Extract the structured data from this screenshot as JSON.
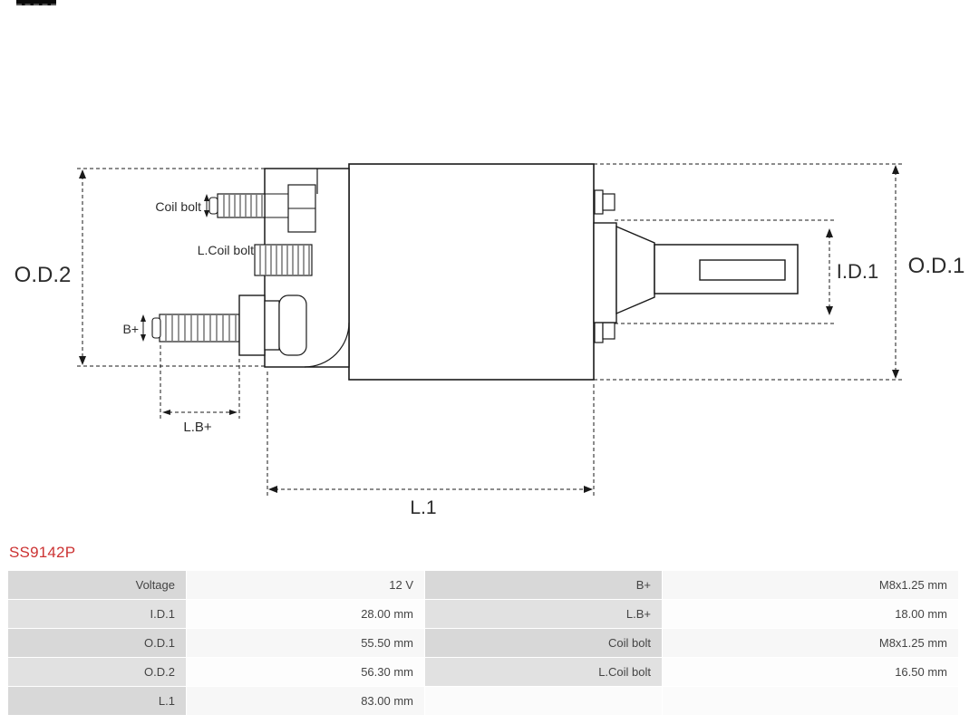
{
  "part_number": "SS9142P",
  "colors": {
    "part_number": "#cc3333",
    "table_label_bg": "#d8d8d8",
    "table_value_bg": "#f7f7f7",
    "line": "#1a1a1a"
  },
  "diagram": {
    "labels": {
      "od2": "O.D.2",
      "od1": "O.D.1",
      "id1": "I.D.1",
      "coil_bolt": "Coil bolt",
      "l_coil_bolt": "L.Coil bolt",
      "b_plus": "B+",
      "l_b_plus": "L.B+",
      "l1": "L.1"
    }
  },
  "spec_table": {
    "rows": [
      {
        "label_left": "Voltage",
        "value_left": "12 V",
        "label_right": "B+",
        "value_right": "M8x1.25 mm"
      },
      {
        "label_left": "I.D.1",
        "value_left": "28.00 mm",
        "label_right": "L.B+",
        "value_right": "18.00 mm"
      },
      {
        "label_left": "O.D.1",
        "value_left": "55.50 mm",
        "label_right": "Coil bolt",
        "value_right": "M8x1.25 mm"
      },
      {
        "label_left": "O.D.2",
        "value_left": "56.30 mm",
        "label_right": "L.Coil bolt",
        "value_right": "16.50 mm"
      },
      {
        "label_left": "L.1",
        "value_left": "83.00 mm",
        "label_right": "",
        "value_right": ""
      }
    ]
  }
}
